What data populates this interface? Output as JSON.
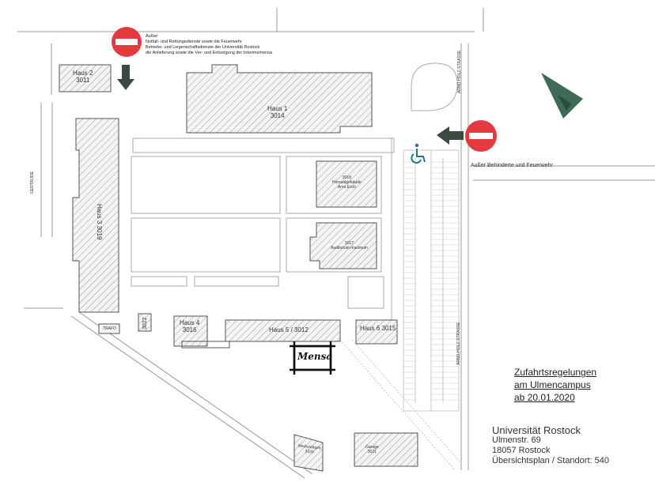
{
  "access_note": {
    "lines": [
      "Außer:",
      "Notfall- und Rettungsdienste sowie die Feuerwehr",
      "Betriebs- und Liegenschaftsdienste der Universität Rostock",
      "die Anlieferung sowie die Ver- und Entsorgung der Interimsmensa"
    ]
  },
  "east_note": "Außer Behinderte und Feuerwehr",
  "streets": {
    "east_upper": "ARNO-HOLZ-STRASSE",
    "east_lower": "ARNO-HOLZ-STRASSE",
    "west": "GERTRUDE"
  },
  "buildings": {
    "haus1": {
      "name": "Haus 1",
      "number": "3014"
    },
    "haus2": {
      "name": "Haus 2",
      "number": "3011"
    },
    "haus3": {
      "name": "Haus 3",
      "number": "3019"
    },
    "haus4": {
      "name": "Haus 4",
      "number": "3016"
    },
    "haus5": {
      "name": "Haus 5 /",
      "number": "3012"
    },
    "haus6": {
      "name": "Haus 6",
      "number": "3015"
    },
    "b3022": {
      "number": "3022"
    },
    "trafo": {
      "name": "TRAFO"
    },
    "hoersaal": {
      "number": "3018",
      "line1": "Hörsaalgebäude",
      "line2": "Arno Esch"
    },
    "auditorium": {
      "number": "3017",
      "line1": "Auditorium maximum"
    },
    "werkstatt": {
      "name": "Werkstattgeb.",
      "number": "3020"
    },
    "garage": {
      "name": "Garage",
      "number": "3021"
    },
    "mensa": {
      "name": "Mensa"
    }
  },
  "title": {
    "line1": "Zufahrtsregelungen",
    "line2": "am Ulmencampus",
    "line3": "ab 20.01.2020"
  },
  "address": {
    "university": "Universität Rostock",
    "street": "Ulmenstr. 69",
    "city": "18057 Rostock",
    "plan": "Übersichtsplan / Standort: 540"
  },
  "colors": {
    "no_entry": "#e23a3f",
    "arrow": "#3b4a40",
    "north_arrow": "#3e6b55",
    "wheelchair": "#1f7a86"
  },
  "icons": [
    "no-entry-sign-icon",
    "no-entry-sign-icon",
    "arrow-down-icon",
    "arrow-left-icon",
    "wheelchair-icon",
    "north-arrow-icon"
  ]
}
